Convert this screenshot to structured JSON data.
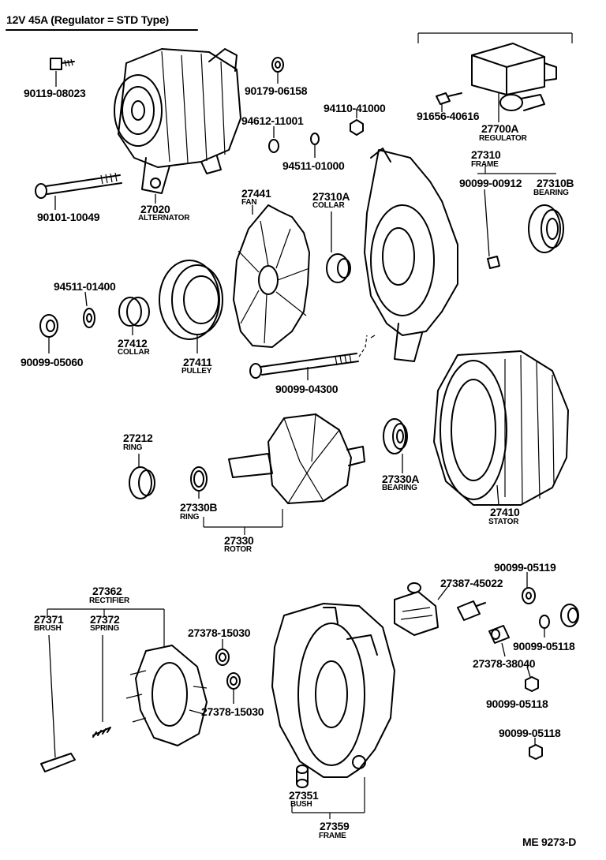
{
  "title": "12V 45A (Regulator = STD Type)",
  "footer": "ME  9273-D",
  "parts": [
    {
      "id": "p-90119-08023",
      "number": "90119-08023",
      "name": ""
    },
    {
      "id": "p-27020",
      "number": "27020",
      "name": "ALTERNATOR"
    },
    {
      "id": "p-90101-10049",
      "number": "90101-10049",
      "name": ""
    },
    {
      "id": "p-90179-06158",
      "number": "90179-06158",
      "name": ""
    },
    {
      "id": "p-94612-11001",
      "number": "94612-11001",
      "name": ""
    },
    {
      "id": "p-94110-41000",
      "number": "94110-41000",
      "name": ""
    },
    {
      "id": "p-94511-01000",
      "number": "94511-01000",
      "name": ""
    },
    {
      "id": "p-91656-40616",
      "number": "91656-40616",
      "name": ""
    },
    {
      "id": "p-27700A",
      "number": "27700A",
      "name": "REGULATOR"
    },
    {
      "id": "p-27310",
      "number": "27310",
      "name": "FRAME"
    },
    {
      "id": "p-90099-00912",
      "number": "90099-00912",
      "name": ""
    },
    {
      "id": "p-27310B",
      "number": "27310B",
      "name": "BEARING"
    },
    {
      "id": "p-27441",
      "number": "27441",
      "name": "FAN"
    },
    {
      "id": "p-27310A",
      "number": "27310A",
      "name": "COLLAR"
    },
    {
      "id": "p-94511-01400",
      "number": "94511-01400",
      "name": ""
    },
    {
      "id": "p-90099-05060",
      "number": "90099-05060",
      "name": ""
    },
    {
      "id": "p-27412",
      "number": "27412",
      "name": "COLLAR"
    },
    {
      "id": "p-27411",
      "number": "27411",
      "name": "PULLEY"
    },
    {
      "id": "p-90099-04300",
      "number": "90099-04300",
      "name": ""
    },
    {
      "id": "p-27212",
      "number": "27212",
      "name": "RING"
    },
    {
      "id": "p-27330B",
      "number": "27330B",
      "name": "RING"
    },
    {
      "id": "p-27330",
      "number": "27330",
      "name": "ROTOR"
    },
    {
      "id": "p-27330A",
      "number": "27330A",
      "name": "BEARING"
    },
    {
      "id": "p-27410",
      "number": "27410",
      "name": "STATOR"
    },
    {
      "id": "p-27362",
      "number": "27362",
      "name": "RECTIFIER"
    },
    {
      "id": "p-27371",
      "number": "27371",
      "name": "BRUSH"
    },
    {
      "id": "p-27372",
      "number": "27372",
      "name": "SPRING"
    },
    {
      "id": "p-27378-15030-a",
      "number": "27378-15030",
      "name": ""
    },
    {
      "id": "p-27378-15030-b",
      "number": "27378-15030",
      "name": ""
    },
    {
      "id": "p-27387-45022",
      "number": "27387-45022",
      "name": ""
    },
    {
      "id": "p-90099-05119",
      "number": "90099-05119",
      "name": ""
    },
    {
      "id": "p-90099-05118-a",
      "number": "90099-05118",
      "name": ""
    },
    {
      "id": "p-27378-38040",
      "number": "27378-38040",
      "name": ""
    },
    {
      "id": "p-90099-05118-b",
      "number": "90099-05118",
      "name": ""
    },
    {
      "id": "p-90099-05118-c",
      "number": "90099-05118",
      "name": ""
    },
    {
      "id": "p-27351",
      "number": "27351",
      "name": "BUSH"
    },
    {
      "id": "p-27359",
      "number": "27359",
      "name": "FRAME"
    }
  ]
}
